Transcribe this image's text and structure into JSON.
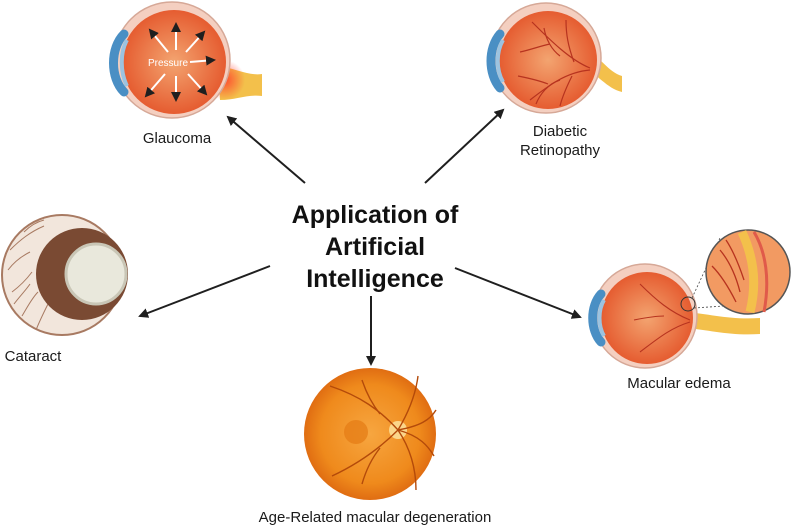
{
  "center": {
    "line1": "Application of",
    "line2": "Artificial",
    "line3": "Intelligence"
  },
  "nodes": [
    {
      "label_lines": [
        "Glaucoma"
      ],
      "annotation": "Pressure"
    },
    {
      "label_lines": [
        "Diabetic",
        "Retinopathy"
      ]
    },
    {
      "label_lines": [
        "Cataract"
      ]
    },
    {
      "label_lines": [
        "Macular edema"
      ]
    },
    {
      "label_lines": [
        "Age-Related macular degeneration"
      ]
    }
  ],
  "colors": {
    "sclera": "#f4cfc0",
    "retina": "#e9612a",
    "retina_light": "#f29a62",
    "iris": "#4a8fc4",
    "nerve": "#f3c04b",
    "lens_brown": "#7a4a33",
    "lens_white": "#e9e8dc",
    "fundus": "#f08a1c",
    "arrow": "#1f1f1f"
  }
}
